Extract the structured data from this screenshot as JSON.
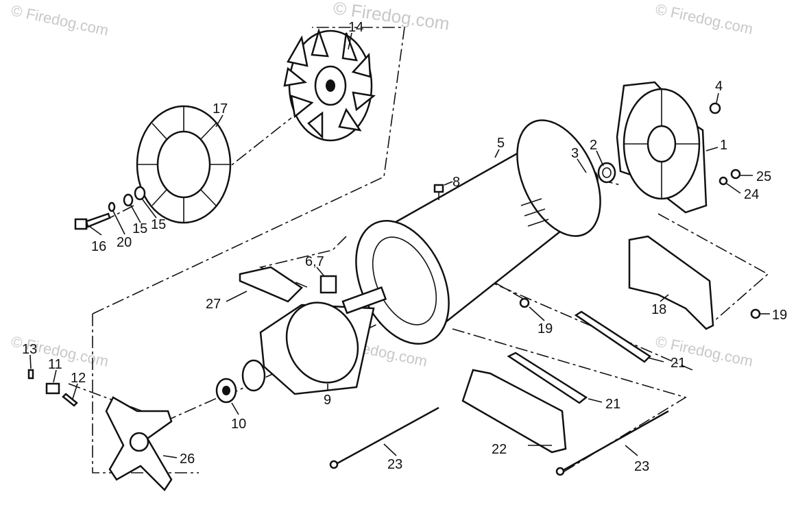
{
  "watermarks": {
    "top_center": "© Firedog.com",
    "top_left": "© Firedog.com",
    "top_right": "© Firedog.com",
    "mid_left": "© Firedog.com",
    "mid_center": "© Firedog.com",
    "mid_right": "© Firedog.com"
  },
  "callouts": {
    "c1": "1",
    "c2": "2",
    "c3": "3",
    "c4": "4",
    "c5": "5",
    "c67": "6,7",
    "c8": "8",
    "c9": "9",
    "c10": "10",
    "c11": "11",
    "c12": "12",
    "c13": "13",
    "c14": "14",
    "c15a": "15",
    "c15b": "15",
    "c16": "16",
    "c17": "17",
    "c18": "18",
    "c19a": "19",
    "c19b": "19",
    "c20": "20",
    "c21a": "21",
    "c21b": "21",
    "c22": "22",
    "c23a": "23",
    "c23b": "23",
    "c24": "24",
    "c25": "25",
    "c26": "26",
    "c27": "27"
  },
  "colors": {
    "ink": "#111111",
    "watermark": "#c8c8c8",
    "paper": "#ffffff"
  }
}
